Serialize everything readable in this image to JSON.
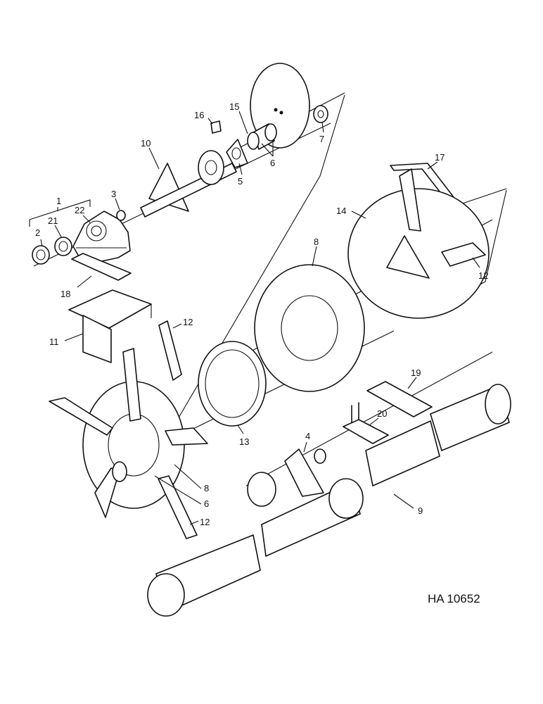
{
  "callouts": [
    {
      "id": "c1",
      "label": "1"
    },
    {
      "id": "c2",
      "label": "2"
    },
    {
      "id": "c21",
      "label": "21"
    },
    {
      "id": "c22",
      "label": "22"
    },
    {
      "id": "c3",
      "label": "3"
    },
    {
      "id": "c10",
      "label": "10"
    },
    {
      "id": "c16",
      "label": "16"
    },
    {
      "id": "c15",
      "label": "15"
    },
    {
      "id": "c5",
      "label": "5"
    },
    {
      "id": "c6a",
      "label": "6"
    },
    {
      "id": "c7",
      "label": "7"
    },
    {
      "id": "c18",
      "label": "18"
    },
    {
      "id": "c11",
      "label": "11"
    },
    {
      "id": "c12a",
      "label": "12"
    },
    {
      "id": "c17",
      "label": "17"
    },
    {
      "id": "c14",
      "label": "14"
    },
    {
      "id": "c12b",
      "label": "12"
    },
    {
      "id": "c8a",
      "label": "8"
    },
    {
      "id": "c13",
      "label": "13"
    },
    {
      "id": "c19",
      "label": "19"
    },
    {
      "id": "c20",
      "label": "20"
    },
    {
      "id": "c4",
      "label": "4"
    },
    {
      "id": "c8b",
      "label": "8"
    },
    {
      "id": "c6b",
      "label": "6"
    },
    {
      "id": "c12c",
      "label": "12"
    },
    {
      "id": "c9",
      "label": "9"
    }
  ],
  "drawing_code": "HA 10652"
}
